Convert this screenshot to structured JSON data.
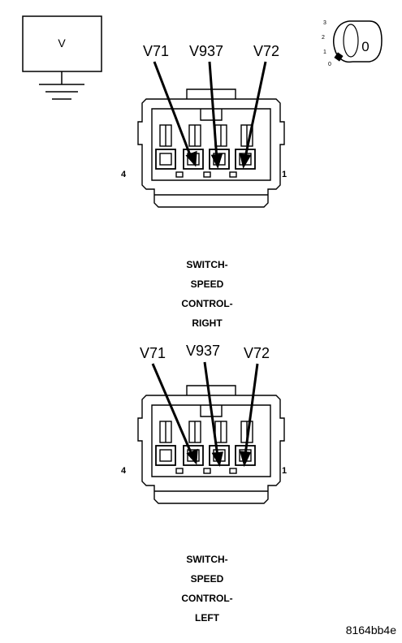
{
  "voltmeter": {
    "symbol": "V"
  },
  "ignition": {
    "positions": [
      "3",
      "2",
      "1",
      "0"
    ],
    "current": "0"
  },
  "connectors": [
    {
      "wires": [
        "V71",
        "V937",
        "V72"
      ],
      "pin_left": "4",
      "pin_right": "1",
      "caption": [
        "SWITCH-",
        "SPEED",
        "CONTROL-",
        "RIGHT"
      ]
    },
    {
      "wires": [
        "V71",
        "V937",
        "V72"
      ],
      "pin_left": "4",
      "pin_right": "1",
      "caption": [
        "SWITCH-",
        "SPEED",
        "CONTROL-",
        "LEFT"
      ]
    }
  ],
  "figure_code": "8164bb4e"
}
